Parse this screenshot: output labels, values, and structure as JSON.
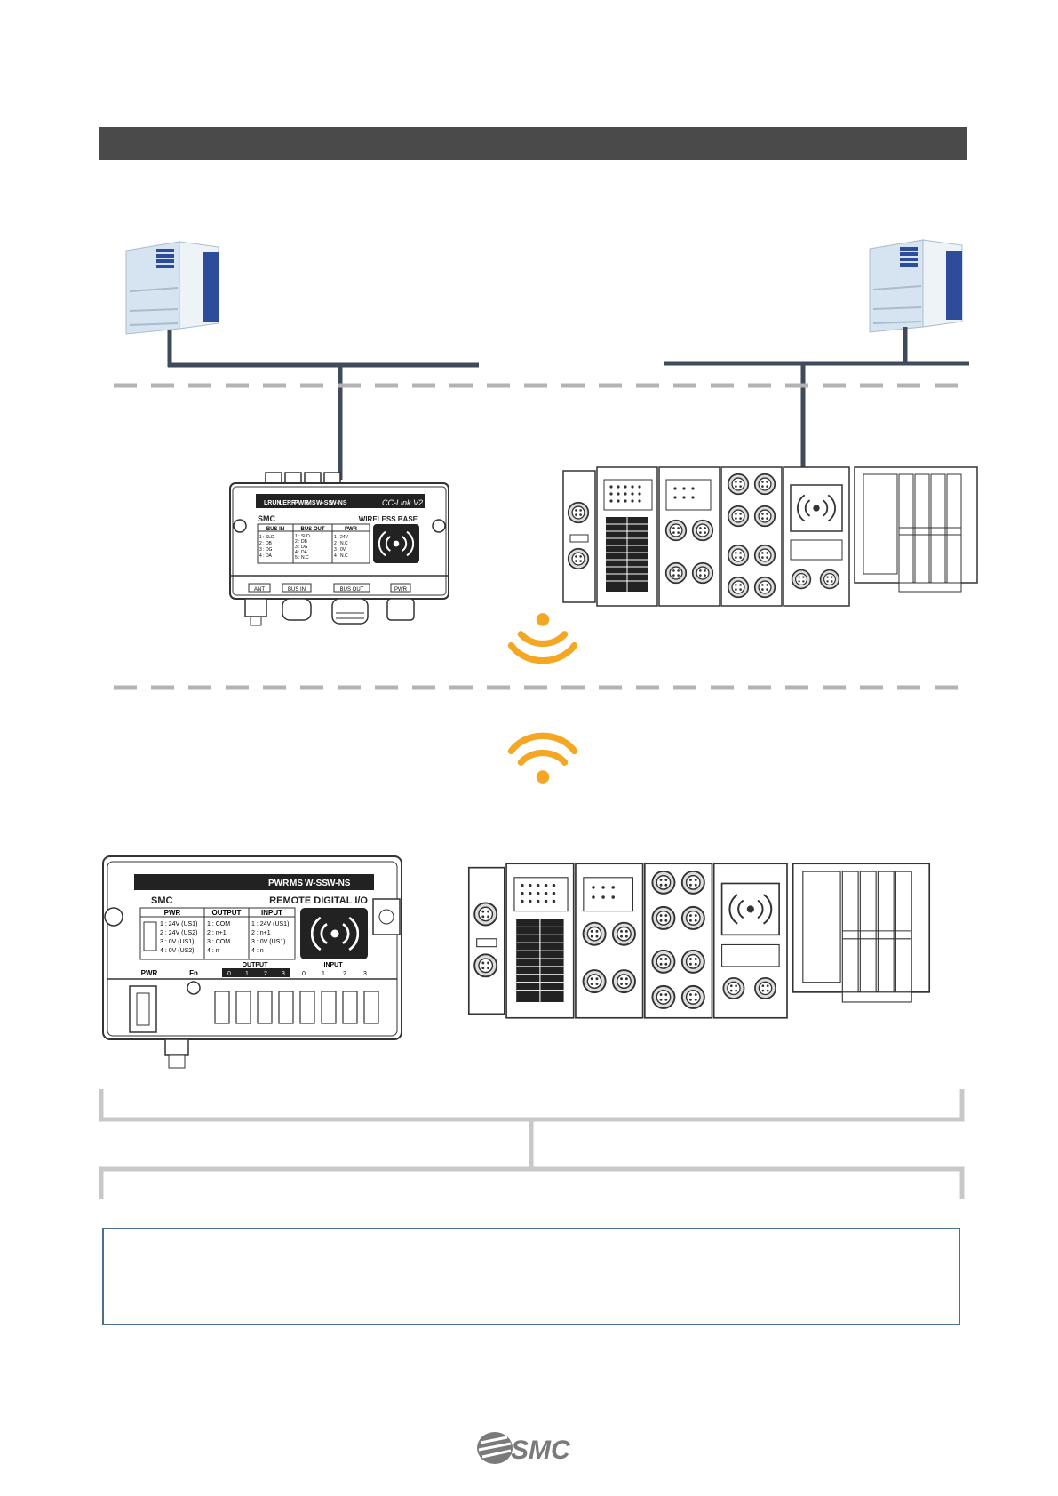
{
  "logo": {
    "brand": "SMC"
  },
  "wireless_base": {
    "led_labels": [
      "LRUN",
      "LERR",
      "PWR",
      "MS",
      "W-SS",
      "W-NS"
    ],
    "network_label": "CC-Link V2",
    "logo_text": "SMC",
    "model_label": "WIRELESS BASE",
    "col_bus_in": "BUS IN",
    "col_bus_out": "BUS OUT",
    "col_pwr": "PWR",
    "bus_in_pins": [
      "1 : SLD",
      "2 : DB",
      "3 : DG",
      "4 : DA"
    ],
    "bus_out_pins": [
      "1 : SLD",
      "2 : DB",
      "3 : DG",
      "4 : DA",
      "5 : N.C"
    ],
    "pwr_pins": [
      "1 : 24V",
      "2 : N.C",
      "3 : 0V",
      "4 : N.C"
    ],
    "port_labels": [
      "ANT",
      "BUS IN",
      "BUS OUT",
      "PWR"
    ]
  },
  "remote_io": {
    "led_labels": [
      "PWR",
      "MS",
      "W-SS",
      "W-NS"
    ],
    "logo_text": "SMC",
    "model_label": "REMOTE DIGITAL I/O",
    "col_pwr": "PWR",
    "col_output": "OUTPUT",
    "col_input": "INPUT",
    "pwr_pins": [
      "1 : 24V (US1)",
      "2 : 24V (US2)",
      "3 : 0V (US1)",
      "4 : 0V (US2)"
    ],
    "output_pins": [
      "1 : COM",
      "2 : n+1",
      "3 : COM",
      "4 : n"
    ],
    "input_pins": [
      "1 : 24V (US1)",
      "2 : n+1",
      "3 : 0V (US1)",
      "4 : n"
    ],
    "output_group": "OUTPUT",
    "input_group": "INPUT",
    "output_numbers": [
      "0",
      "1",
      "2",
      "3"
    ],
    "input_numbers": [
      "0",
      "1",
      "2",
      "3"
    ],
    "bottom_pwr": "PWR",
    "bottom_fn": "Fn"
  },
  "colors": {
    "title_bar": "#4a4a4a",
    "network_line": "#3f4a5a",
    "dashed_line": "#b3b3b3",
    "wireless_orange": "#f5a623",
    "bracket_gray": "#c8c8c8",
    "note_border": "#4a6f8f"
  },
  "icons": [
    "pc-icon",
    "wireless-icon",
    "manifold-valve-icon"
  ]
}
